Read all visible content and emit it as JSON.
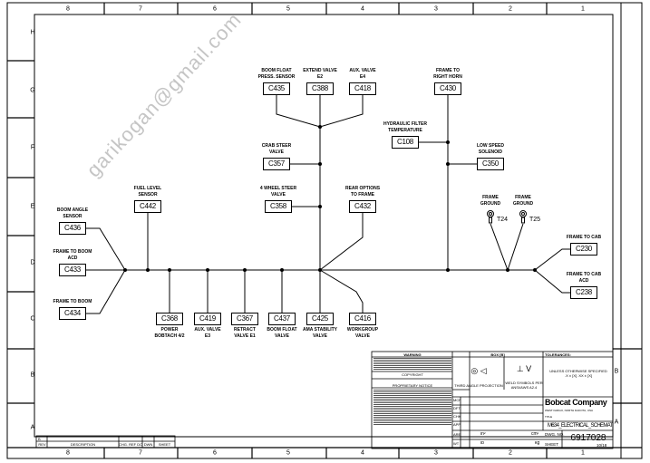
{
  "border": {
    "columns": [
      "8",
      "7",
      "6",
      "5",
      "4",
      "3",
      "2",
      "1"
    ],
    "rows": [
      "H",
      "G",
      "F",
      "E",
      "D",
      "C",
      "B",
      "A"
    ]
  },
  "connectors": [
    {
      "id": "C435",
      "label": "BOOM FLOAT\nPRESS. SENSOR"
    },
    {
      "id": "C388",
      "label": "EXTEND VALVE\nE2"
    },
    {
      "id": "C418",
      "label": "AUX. VALVE\nE4"
    },
    {
      "id": "C430",
      "label": "FRAME TO\nRIGHT HORN"
    },
    {
      "id": "C108",
      "label": "HYDRAULIC FILTER\nTEMPERATURE"
    },
    {
      "id": "C357",
      "label": "CRAB STEER\nVALVE"
    },
    {
      "id": "C350",
      "label": "LOW SPEED\nSOLENOID"
    },
    {
      "id": "C358",
      "label": "4 WHEEL STEER\nVALVE"
    },
    {
      "id": "C432",
      "label": "REAR OPTIONS\nTO FRAME"
    },
    {
      "id": "C442",
      "label": "FUEL LEVEL\nSENSOR"
    },
    {
      "id": "C436",
      "label": "BOOM ANGLE\nSENSOR"
    },
    {
      "id": "C433",
      "label": "FRAME TO BOOM\nACD"
    },
    {
      "id": "C434",
      "label": "FRAME TO BOOM"
    },
    {
      "id": "C230",
      "label": "FRAME TO CAB"
    },
    {
      "id": "C238",
      "label": "FRAME TO CAB\nACD"
    },
    {
      "id": "C368",
      "label": "POWER\nBOBTACH 4/2"
    },
    {
      "id": "C419",
      "label": "AUX. VALVE\nE3"
    },
    {
      "id": "C367",
      "label": "RETRACT\nVALVE E1"
    },
    {
      "id": "C437",
      "label": "BOOM FLOAT\nVALVE"
    },
    {
      "id": "C425",
      "label": "AMA STABILITY\nVALVE"
    },
    {
      "id": "C416",
      "label": "WORKGROUP\nVALVE"
    }
  ],
  "grounds": [
    {
      "id": "T24",
      "label": "FRAME\nGROUND"
    },
    {
      "id": "T25",
      "label": "FRAME\nGROUND"
    }
  ],
  "title_block": {
    "warning": "WARNING",
    "copyright": "COPYRIGHT",
    "proprietary": "PROPRIETARY NOTICE",
    "box": "BOX [B]",
    "tolerances": "TOLERANCES:",
    "third_angle": "THIRD ANGLE PROJECTION",
    "weld": "WELD SYMBOLS PER ANSI/AWS A2.4",
    "tol_text": "UNLESS OTHERWISE SPECIFIED\n.X ± [X] .XX ± [X]",
    "company": "Bobcat Company",
    "company_sub": "WEST FARGO, NORTH DAKOTA, USA",
    "title_prefix": "TITLE",
    "title": "M634_ELECTRICAL_SCHEMATIC",
    "dwg_no_label": "DWG. NO.",
    "dwg_no": "6917028",
    "sheet_label": "SHEET",
    "sheet": "10/18",
    "area": "in²",
    "area2": "cm²",
    "weight": "lb",
    "weight2": "kg",
    "row_labels": [
      "MCR",
      "DFTR",
      "CHKD",
      "APPD",
      "AREA",
      "WT"
    ]
  },
  "revision_block": {
    "rev_value": "B",
    "headers": [
      "REV",
      "DESCRIPTION",
      "CHG. REF DC",
      "DWN",
      "SHEET"
    ]
  },
  "watermark": "garikogan@gmail.com"
}
